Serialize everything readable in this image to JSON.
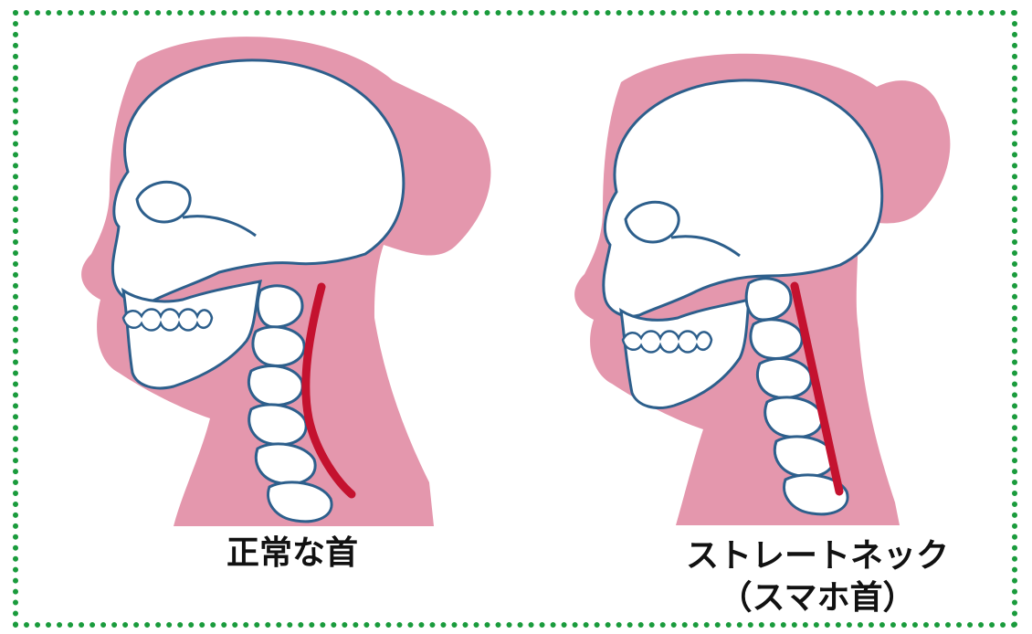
{
  "colors": {
    "border": "#1a9b3c",
    "silhouette": "#e497ad",
    "bone_outline": "#2d5f8c",
    "spine_line": "#c4122f"
  },
  "figures": [
    {
      "caption_lines": [
        "正常な首"
      ]
    },
    {
      "caption_lines": [
        "ストレートネック",
        "（スマホ首）"
      ]
    }
  ]
}
